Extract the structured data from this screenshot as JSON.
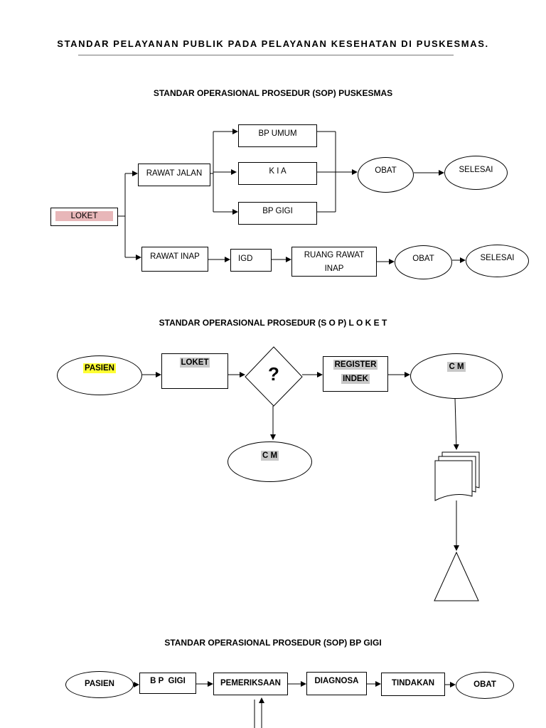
{
  "page_title": "STANDAR PELAYANAN PUBLIK PADA PELAYANAN KESEHATAN DI PUSKESMAS.",
  "sop_puskesmas": {
    "title": "STANDAR OPERASIONAL PROSEDUR (SOP) PUSKESMAS",
    "loket": "LOKET",
    "rawat_jalan": "RAWAT JALAN",
    "bp_umum": "BP UMUM",
    "kia": "K I A",
    "bp_gigi": "BP GIGI",
    "obat_1": "OBAT",
    "selesai_1": "SELESAI",
    "rawat_inap": "RAWAT INAP",
    "igd": "IGD",
    "ruang_rawat_inap_1": "RUANG RAWAT",
    "ruang_rawat_inap_2": "INAP",
    "obat_2": "OBAT",
    "selesai_2": "SELESAI"
  },
  "sop_loket": {
    "title": "STANDAR OPERASIONAL PROSEDUR (S O P) L O K E T",
    "pasien": "PASIEN",
    "loket": "LOKET",
    "decision": "?",
    "register_1": "REGISTER",
    "register_2": "INDEK",
    "cm_right": "C M",
    "cm_bottom": "C M"
  },
  "sop_bp_gigi": {
    "title": "STANDAR OPERASIONAL PROSEDUR (SOP) BP GIGI",
    "pasien": "PASIEN",
    "bp_gigi": "B P  GIGI",
    "pemeriksaan": "PEMERIKSAAN",
    "diagnosa": "DIAGNOSA",
    "tindakan": "TINDAKAN",
    "obat": "OBAT"
  }
}
